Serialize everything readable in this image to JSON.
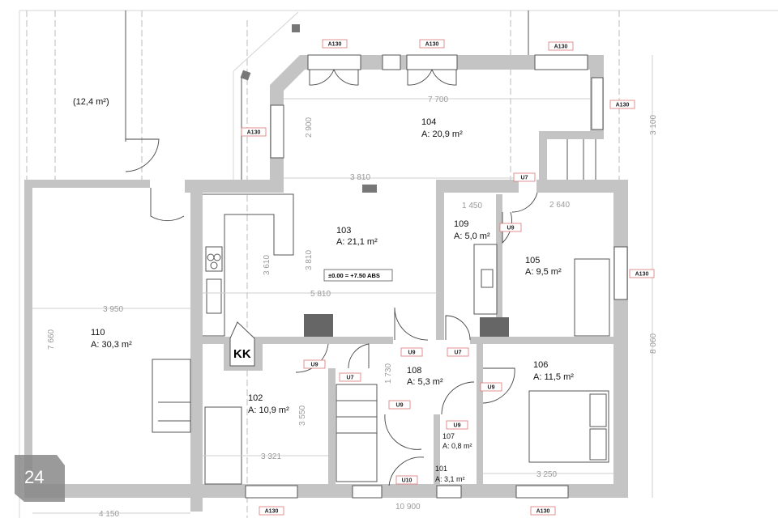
{
  "plan": {
    "terrace_area": "(12,4 m²)",
    "rooms": [
      {
        "number": "104",
        "area": "A: 20,9 m²"
      },
      {
        "number": "103",
        "area": "A: 21,1 m²"
      },
      {
        "number": "109",
        "area": "A: 5,0 m²"
      },
      {
        "number": "105",
        "area": "A: 9,5 m²"
      },
      {
        "number": "110",
        "area": "A: 30,3 m²"
      },
      {
        "number": "102",
        "area": "A: 10,9 m²"
      },
      {
        "number": "108",
        "area": "A: 5,3 m²"
      },
      {
        "number": "106",
        "area": "A: 11,5 m²"
      },
      {
        "number": "107",
        "area": "A: 0,8 m²"
      },
      {
        "number": "101",
        "area": "A: 3,1 m²"
      }
    ],
    "chimney_label": "KK",
    "level_note": "±0.00 = +7.50 ABS",
    "dimensions": [
      "7 700",
      "2 900",
      "3 810",
      "3 810",
      "3 610",
      "5 810",
      "3 950",
      "7 660",
      "1 450",
      "2 640",
      "3 100",
      "8 060",
      "1 730",
      "3 550",
      "3 321",
      "3 250",
      "4 150",
      "10 900"
    ],
    "window_tag": "A130",
    "door_tags": {
      "u7": "U7",
      "u9": "U9",
      "u10": "U10"
    },
    "logo_text": "24"
  },
  "colors": {
    "wall": "#c4c4c4",
    "tag_border": "#dd7777"
  }
}
